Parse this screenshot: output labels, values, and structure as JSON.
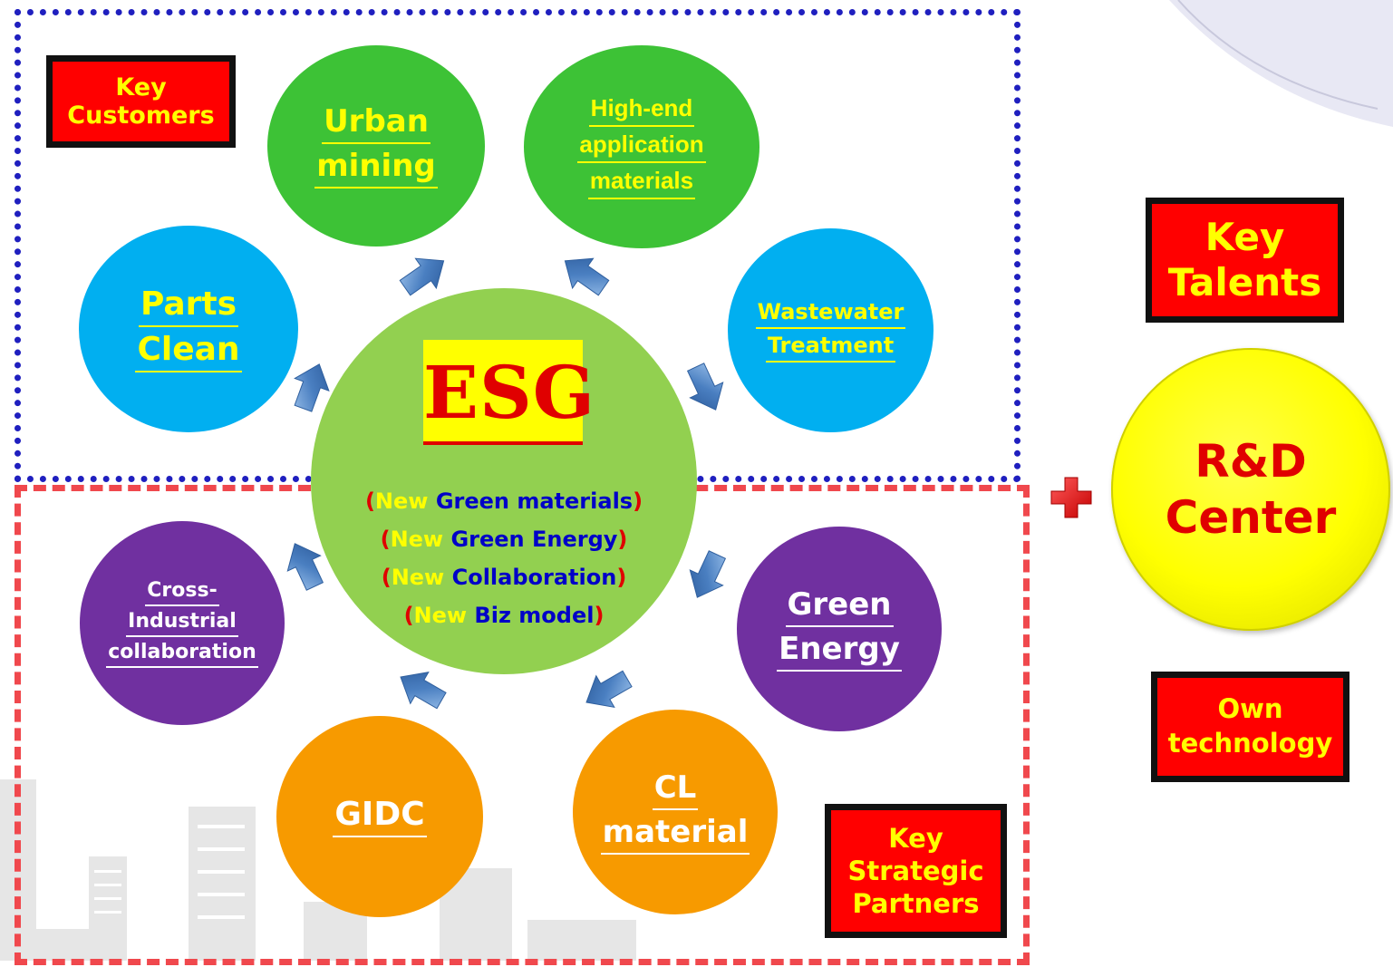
{
  "quadrant_labels": {
    "key_customers": [
      "Key",
      "Customers"
    ],
    "key_strategic_partners": [
      "Key",
      "Strategic",
      "Partners"
    ]
  },
  "center": {
    "title": "ESG",
    "lines": [
      {
        "open": "(",
        "new": "New",
        "rest": " Green materials",
        "close": ")"
      },
      {
        "open": "(",
        "new": "New",
        "rest": " Green Energy",
        "close": ")"
      },
      {
        "open": "(",
        "new": "New",
        "rest": " Collaboration",
        "close": ")"
      },
      {
        "open": "(",
        "new": "New",
        "rest": " Biz model",
        "close": ")"
      }
    ]
  },
  "nodes": {
    "urban_mining": [
      "Urban",
      "mining"
    ],
    "high_end": [
      "High-end",
      "application",
      "materials"
    ],
    "parts_clean": [
      "Parts",
      "Clean"
    ],
    "wastewater": [
      "Wastewater",
      "Treatment"
    ],
    "cross_industrial": [
      "Cross-",
      "Industrial",
      "collaboration"
    ],
    "green_energy": [
      "Green",
      "Energy"
    ],
    "gidc": [
      "GIDC"
    ],
    "cl_material": [
      "CL",
      "material"
    ]
  },
  "right_panel": {
    "key_talents": [
      "Key",
      "Talents"
    ],
    "rd_center": [
      "R&D",
      "Center"
    ],
    "own_technology": [
      "Own",
      "technology"
    ]
  },
  "colors": {
    "green": "#3dc236",
    "blue": "#01aff0",
    "purple": "#7030a0",
    "orange": "#f79a00",
    "center": "#92d050",
    "label_box": "#ff0000",
    "label_text": "#ffff00",
    "arrow": "#4a7fc1"
  }
}
